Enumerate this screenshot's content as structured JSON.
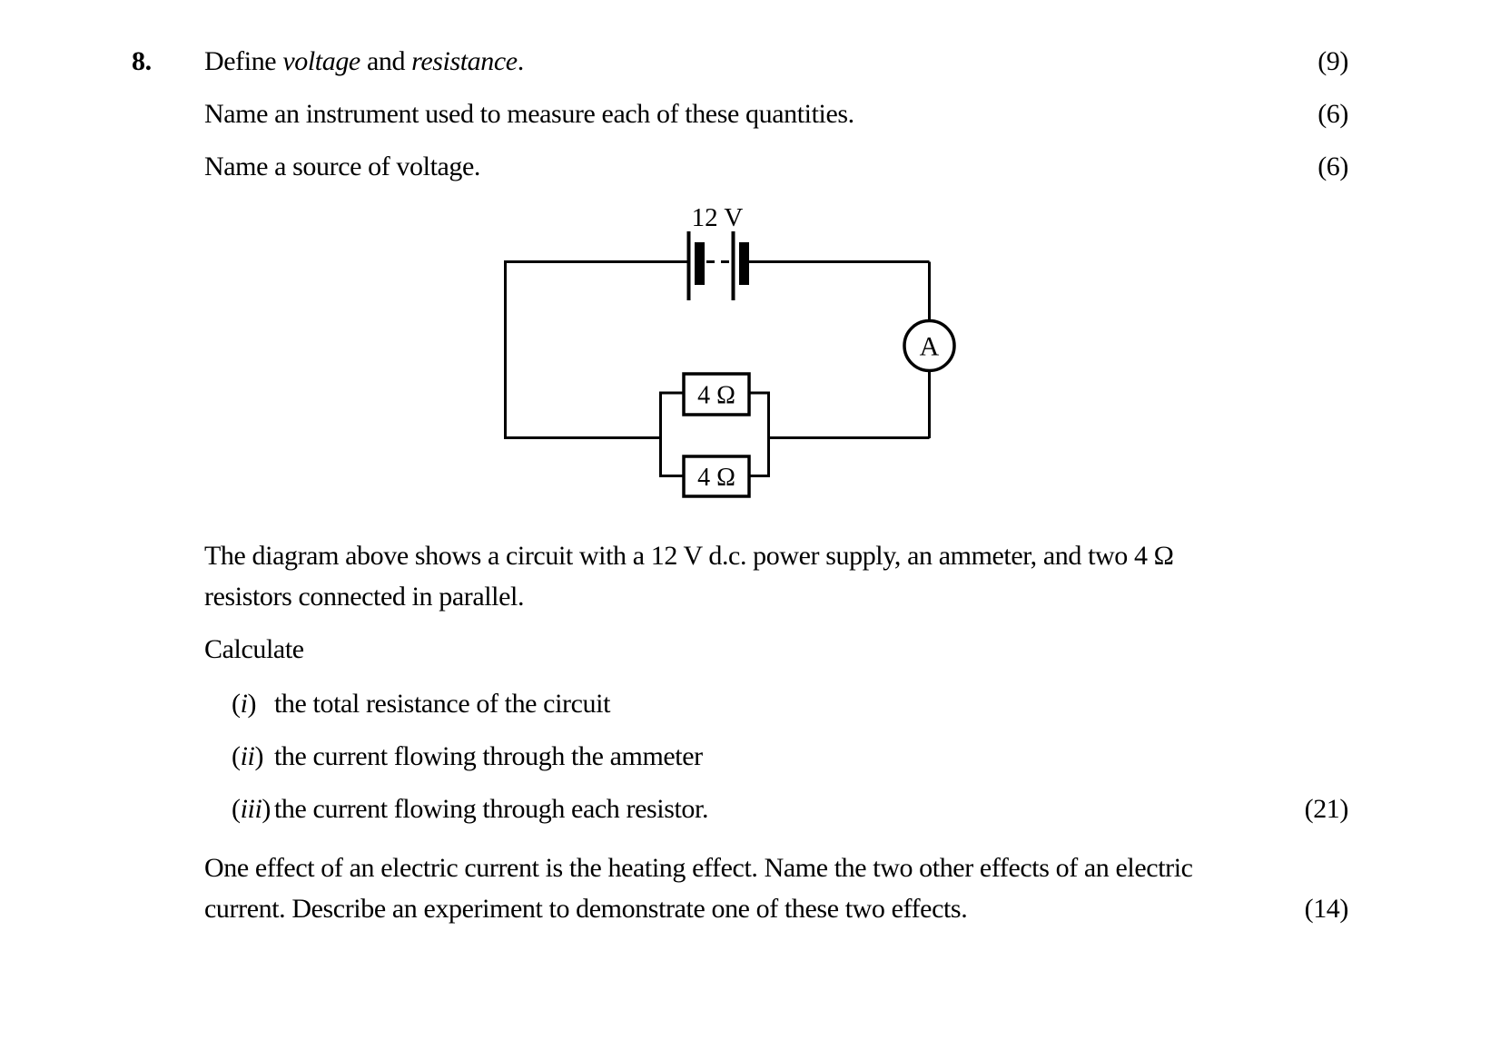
{
  "question": {
    "number": "8.",
    "part1": {
      "pre": "Define ",
      "term1": "voltage",
      "mid": " and ",
      "term2": "resistance",
      "end": ".",
      "marks": "(9)"
    },
    "part2": {
      "text": "Name an instrument used to measure each of these quantities.",
      "marks": "(6)"
    },
    "part3": {
      "text": "Name a source of voltage.",
      "marks": "(6)"
    }
  },
  "diagram": {
    "voltage_label": "12 V",
    "ammeter_label": "A",
    "resistor_labels": [
      "4 Ω",
      "4 Ω"
    ]
  },
  "description": {
    "line1": "The diagram above shows a circuit with a 12 V d.c. power supply, an ammeter, and two 4 Ω",
    "line2": "resistors connected in parallel."
  },
  "calculate": {
    "heading": "Calculate",
    "items": [
      {
        "open": "(",
        "numeral": "i",
        "close": ")",
        "text": "the total resistance of the circuit"
      },
      {
        "open": "(",
        "numeral": "ii",
        "close": ")",
        "text": "the current flowing through the ammeter"
      },
      {
        "open": "(",
        "numeral": "iii",
        "close": ")",
        "text": "the current flowing through each resistor."
      }
    ],
    "marks": "(21)"
  },
  "effects": {
    "line1": "One effect of an electric current is the heating effect. Name the two other effects of an electric",
    "line2": "current. Describe an experiment to demonstrate one of these two effects.",
    "marks": "(14)"
  },
  "colors": {
    "ink": "#000000",
    "paper": "#ffffff"
  }
}
